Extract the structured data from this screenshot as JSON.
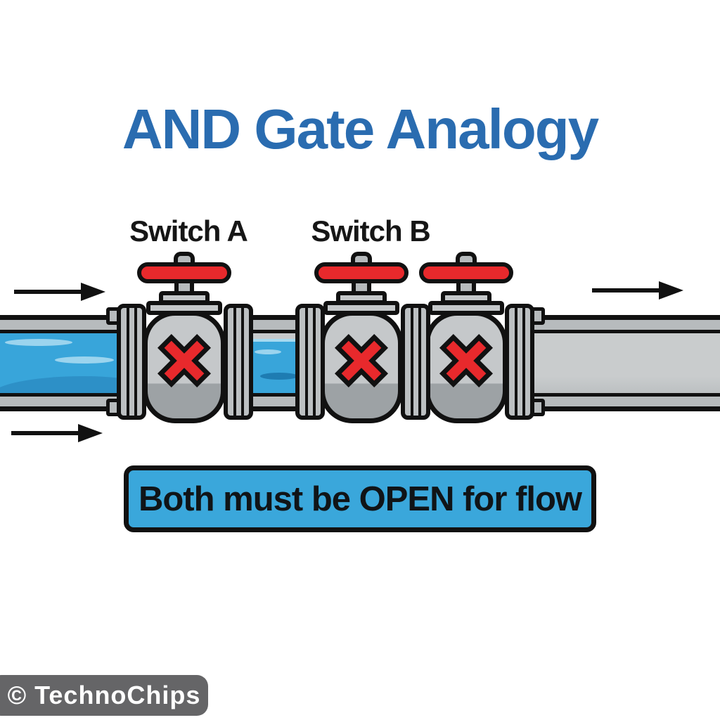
{
  "title": "AND Gate Analogy",
  "labels": {
    "switch_a": "Switch A",
    "switch_b": "Switch B"
  },
  "banner": {
    "text": "Both must be OPEN for flow"
  },
  "watermark": {
    "text": "© TechnoChips"
  },
  "diagram": {
    "valves": [
      {
        "id": "valve-switch-a",
        "state": "closed",
        "indicator": "x-mark-icon",
        "handle": "red-valve-handle"
      },
      {
        "id": "valve-switch-b",
        "state": "closed",
        "indicator": "x-mark-icon",
        "handle": "red-valve-handle"
      },
      {
        "id": "valve-extra",
        "state": "closed",
        "indicator": "x-mark-icon",
        "handle": "red-valve-handle"
      }
    ],
    "arrows": [
      {
        "id": "inflow-arrow-top",
        "direction": "right"
      },
      {
        "id": "inflow-arrow-bottom",
        "direction": "right"
      },
      {
        "id": "outflow-arrow-top",
        "direction": "right"
      }
    ],
    "water": {
      "left_pipe": "full",
      "between_switches": "full",
      "right_pipe": "empty"
    }
  },
  "colors": {
    "title_blue": "#2a6cb0",
    "water_blue": "#38a5da",
    "water_highlight": "#9bd4ee",
    "banner_blue": "#3aa7db",
    "valve_red": "#e8292c",
    "pipe_gray": "#c6c9cb",
    "outline_black": "#111111",
    "watermark_gray": "#656567"
  }
}
